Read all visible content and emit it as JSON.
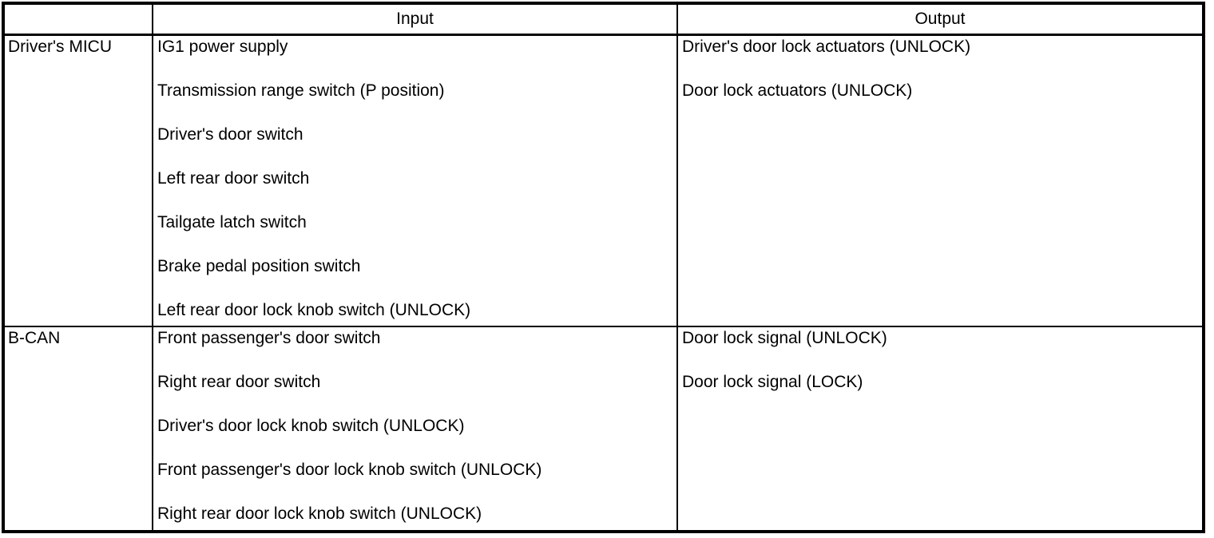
{
  "table": {
    "headers": {
      "source": "",
      "input": "Input",
      "output": "Output"
    },
    "rows": [
      {
        "source": "Driver's MICU",
        "inputs": [
          "IG1 power supply",
          "Transmission range switch (P position)",
          "Driver's door switch",
          "Left rear door switch",
          "Tailgate latch switch",
          "Brake pedal position switch",
          "Left rear door lock knob switch (UNLOCK)"
        ],
        "outputs": [
          "Driver's door lock actuators (UNLOCK)",
          "Door lock actuators (UNLOCK)"
        ]
      },
      {
        "source": "B-CAN",
        "inputs": [
          "Front passenger's door switch",
          "Right rear door switch",
          "Driver's door lock knob switch (UNLOCK)",
          "Front passenger's door lock knob switch (UNLOCK)",
          "Right rear door lock knob switch (UNLOCK)"
        ],
        "outputs": [
          "Door lock signal (UNLOCK)",
          "Door lock signal (LOCK)"
        ]
      }
    ],
    "colors": {
      "border": "#000000",
      "text": "#000000",
      "background": "#ffffff"
    }
  }
}
